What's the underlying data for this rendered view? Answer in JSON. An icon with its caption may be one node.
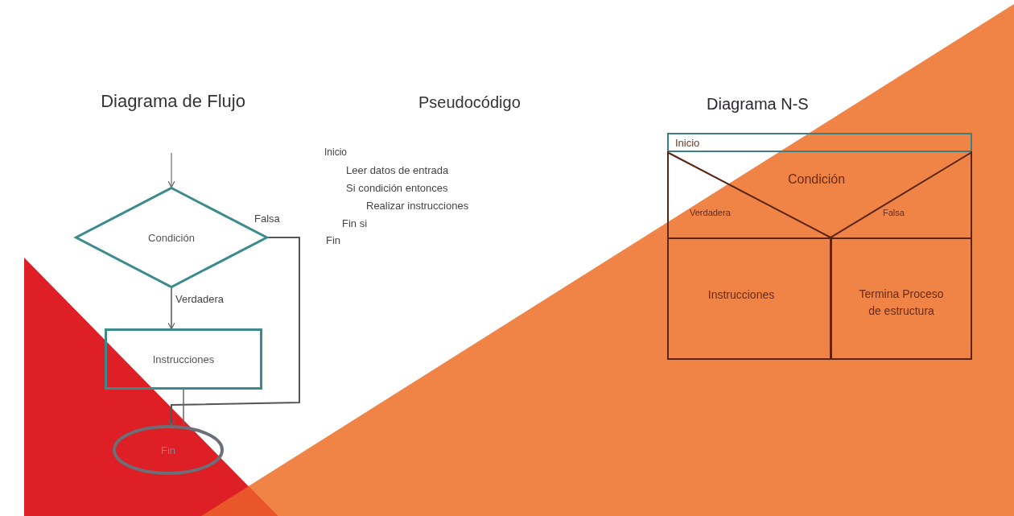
{
  "diagram": {
    "nodes": [
      {
        "text": [
          "Condición"
        ]
      },
      {
        "text": [
          "Instrucciones"
        ]
      },
      {
        "text": [
          "Fin"
        ]
      },
      {
        "text": [
          "Inicio"
        ]
      },
      {
        "text": [
          "Condición",
          "Verdadera",
          "Falsa"
        ]
      },
      {
        "text": [
          "Instrucciones"
        ]
      },
      {
        "text": [
          "Termina Proceso de estructura"
        ]
      }
    ],
    "edges": [
      {
        "from": null,
        "to": 0,
        "arrow": "to"
      },
      {
        "from": 0,
        "to": 1,
        "label": "Verdadera",
        "arrow": "to"
      },
      {
        "from": 0,
        "to": 2,
        "label": "Falsa",
        "arrow": "to"
      },
      {
        "from": 1,
        "to": 2,
        "arrow": "none"
      }
    ],
    "labels": [
      "Diagrama de Flujo",
      "Pseudocódigo",
      "Diagrama N-S",
      "Inicio",
      "Leer datos de entrada",
      "Si condición entonces",
      "Realizar instrucciones",
      "Fin si",
      "Fin"
    ]
  }
}
